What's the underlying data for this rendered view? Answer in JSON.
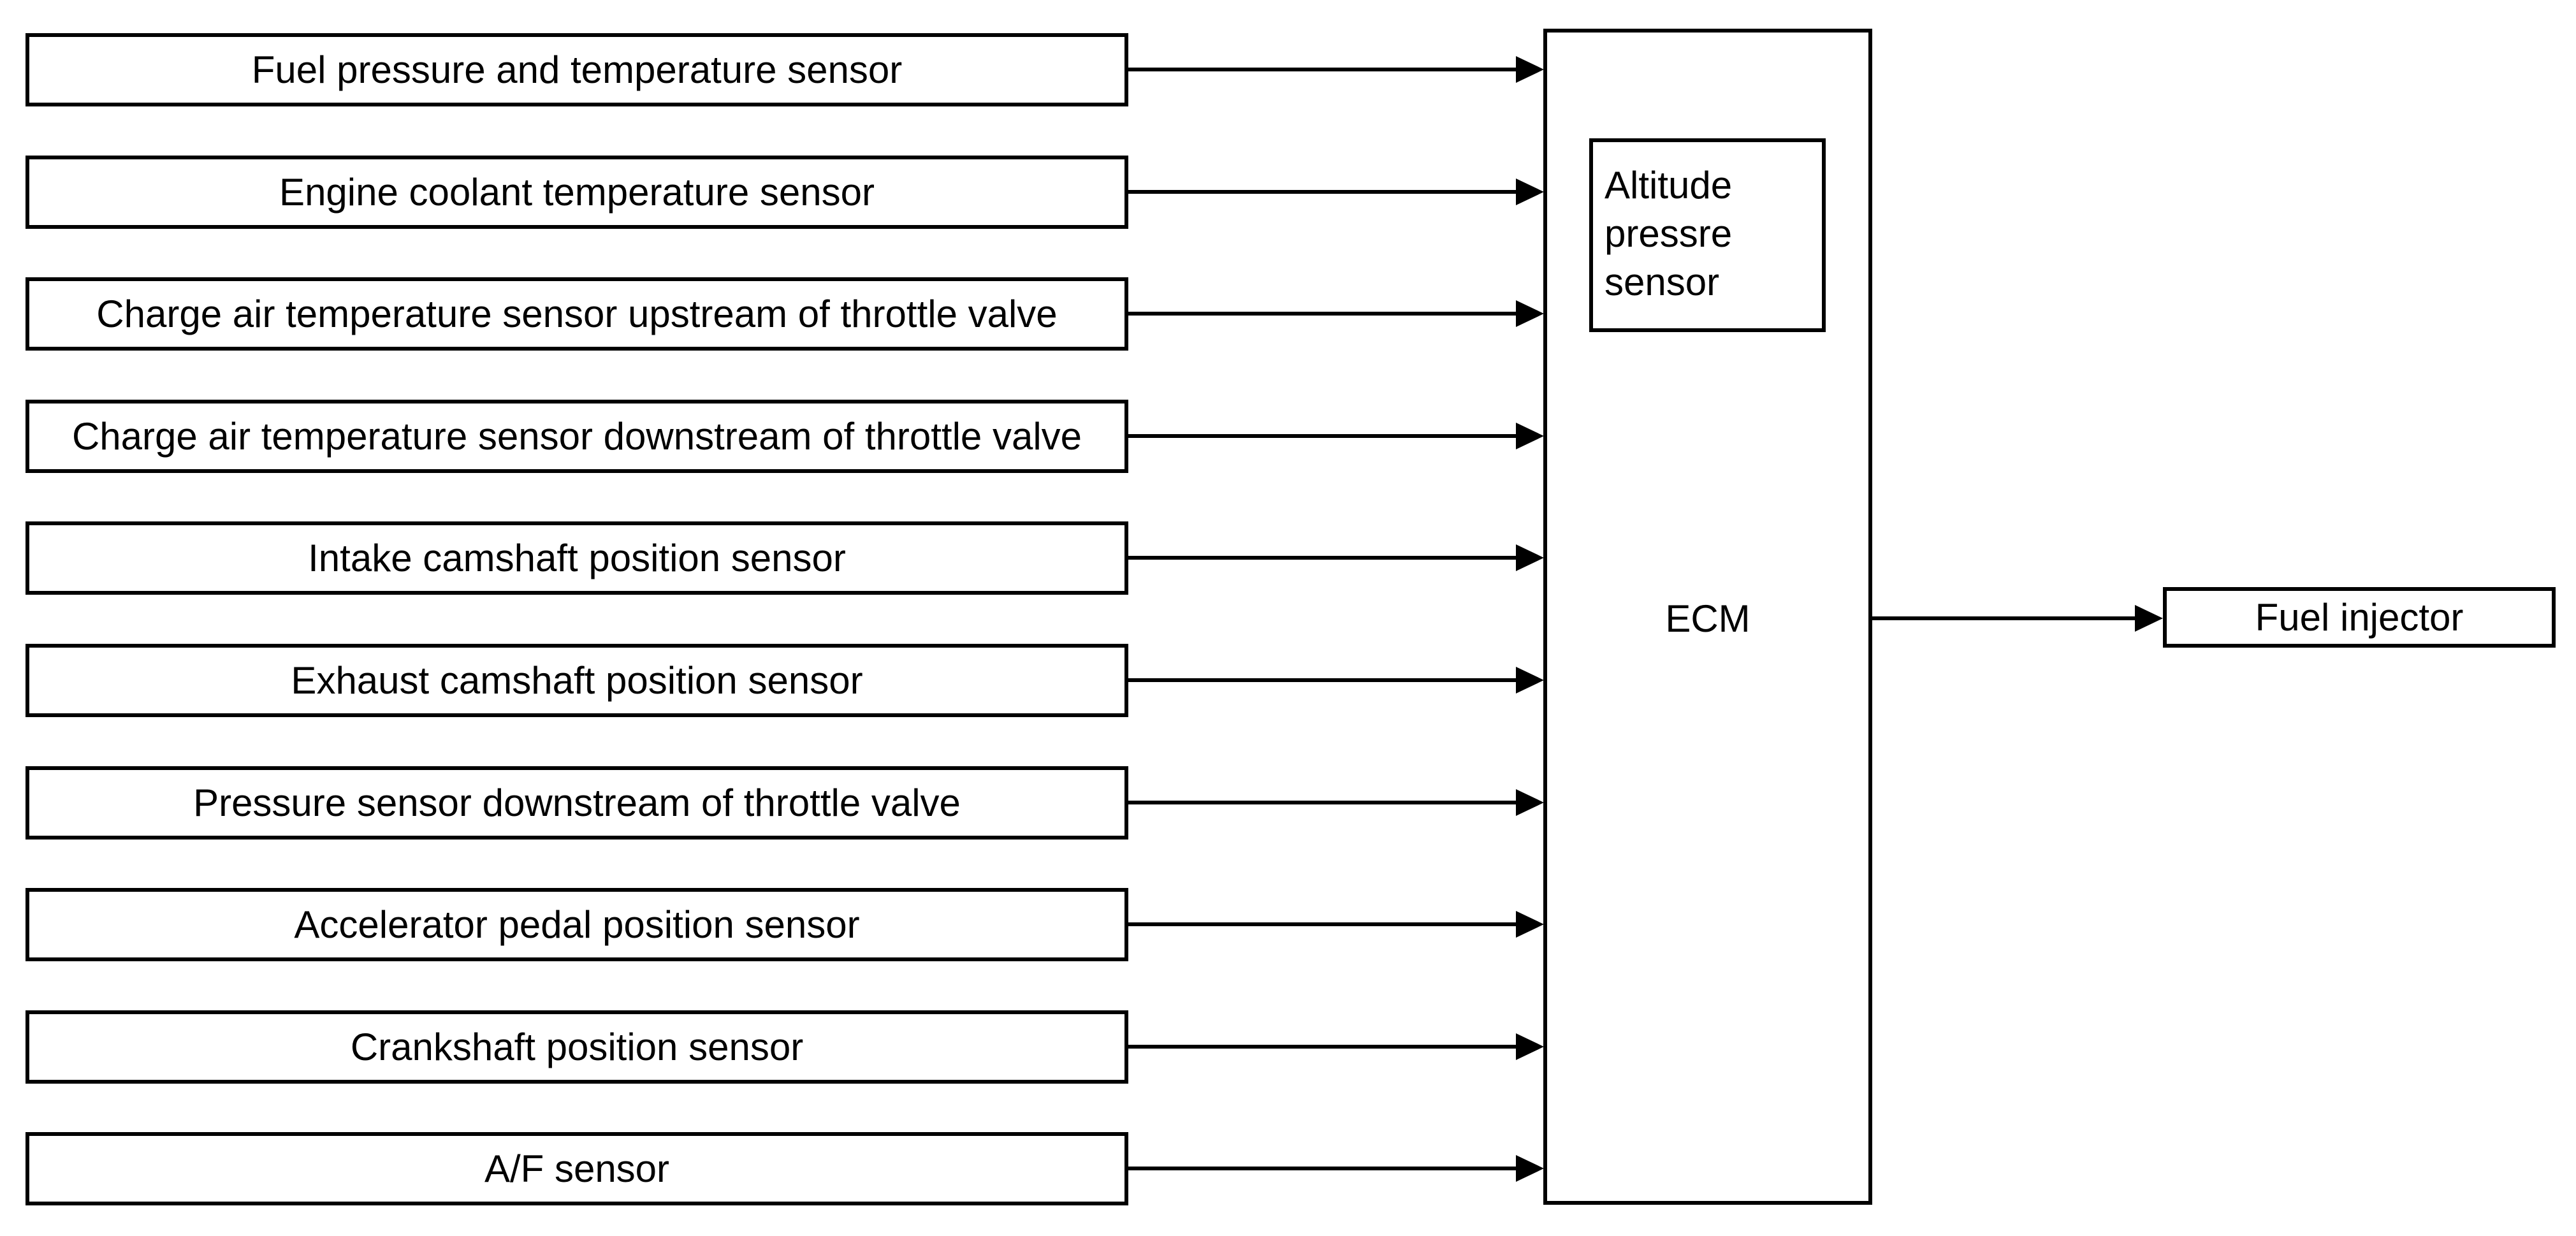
{
  "diagram": {
    "background_color": "#ffffff",
    "line_color": "#000000",
    "inputs": [
      "Fuel pressure and temperature sensor",
      "Engine coolant temperature sensor",
      "Charge air temperature sensor upstream of throttle valve",
      "Charge air temperature sensor downstream of throttle valve",
      "Intake camshaft position sensor",
      "Exhaust camshaft position sensor",
      "Pressure sensor downstream of throttle valve",
      "Accelerator pedal position sensor",
      "Crankshaft position sensor",
      "A/F sensor"
    ],
    "controller": {
      "label": "ECM",
      "internal_sensor": "Altitude pressre sensor"
    },
    "output": {
      "label": "Fuel injector"
    }
  }
}
